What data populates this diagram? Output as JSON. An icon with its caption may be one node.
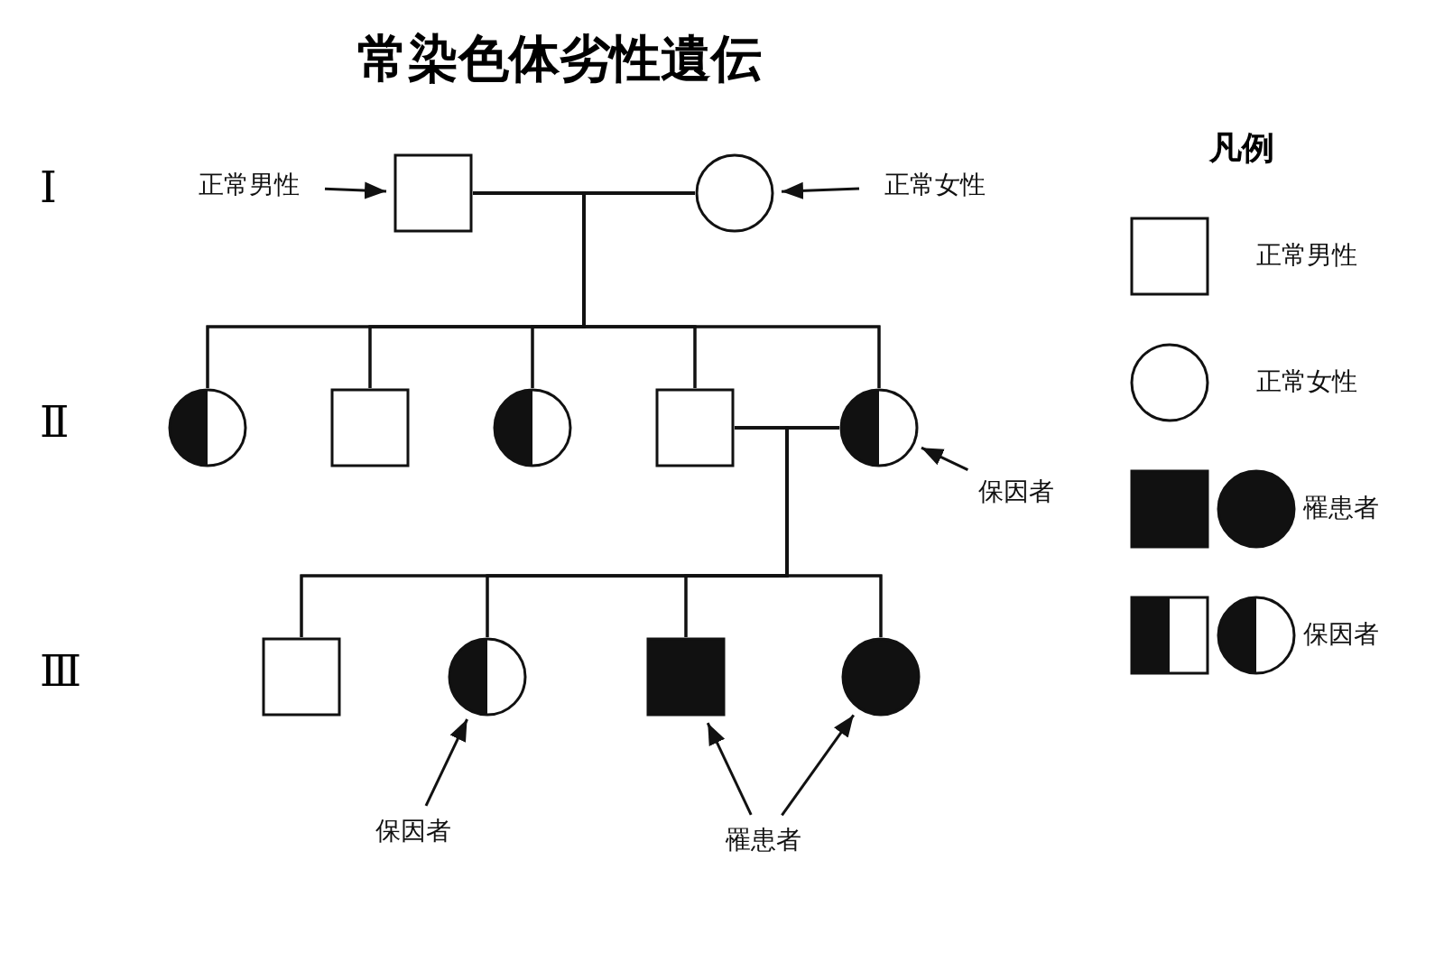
{
  "diagram": {
    "title": "常染色体劣性遺伝",
    "nodes": [
      {
        "text": [],
        "shape": "box"
      },
      {
        "text": [],
        "shape": "circle"
      },
      {
        "text": [],
        "shape": "circle"
      },
      {
        "text": [],
        "shape": "box"
      },
      {
        "text": [],
        "shape": "circle"
      },
      {
        "text": [],
        "shape": "box"
      },
      {
        "text": [],
        "shape": "circle"
      },
      {
        "text": [],
        "shape": "box"
      },
      {
        "text": [],
        "shape": "circle"
      },
      {
        "text": [],
        "shape": "box"
      },
      {
        "text": [],
        "shape": "circle"
      },
      {
        "text": [
          "正常男性"
        ]
      },
      {
        "text": [
          "正常女性"
        ]
      },
      {
        "text": [
          "保因者"
        ]
      },
      {
        "text": [
          "保因者"
        ]
      },
      {
        "text": [
          "罹患者"
        ]
      }
    ],
    "edges": [
      {
        "from": 0,
        "to": 1,
        "arrow": "none"
      },
      {
        "from": 0,
        "to": 2,
        "arrow": "none"
      },
      {
        "from": 0,
        "to": 3,
        "arrow": "none"
      },
      {
        "from": 0,
        "to": 4,
        "arrow": "none"
      },
      {
        "from": 0,
        "to": 5,
        "arrow": "none"
      },
      {
        "from": 0,
        "to": 6,
        "arrow": "none"
      },
      {
        "from": 1,
        "to": 2,
        "arrow": "none"
      },
      {
        "from": 1,
        "to": 3,
        "arrow": "none"
      },
      {
        "from": 1,
        "to": 4,
        "arrow": "none"
      },
      {
        "from": 1,
        "to": 5,
        "arrow": "none"
      },
      {
        "from": 1,
        "to": 6,
        "arrow": "none"
      },
      {
        "from": 5,
        "to": 6,
        "arrow": "none"
      },
      {
        "from": 5,
        "to": 7,
        "arrow": "none"
      },
      {
        "from": 5,
        "to": 8,
        "arrow": "none"
      },
      {
        "from": 5,
        "to": 9,
        "arrow": "none"
      },
      {
        "from": 5,
        "to": 10,
        "arrow": "none"
      },
      {
        "from": 6,
        "to": 7,
        "arrow": "none"
      },
      {
        "from": 6,
        "to": 8,
        "arrow": "none"
      },
      {
        "from": 6,
        "to": 9,
        "arrow": "none"
      },
      {
        "from": 6,
        "to": 10,
        "arrow": "none"
      },
      {
        "from": 11,
        "to": 0,
        "arrow": "to"
      },
      {
        "from": 12,
        "to": 1,
        "arrow": "to"
      },
      {
        "from": 13,
        "to": 6,
        "arrow": "to"
      },
      {
        "from": 14,
        "to": 8,
        "arrow": "to"
      },
      {
        "from": 15,
        "to": 9,
        "arrow": "to"
      },
      {
        "from": 15,
        "to": 10,
        "arrow": "to"
      }
    ],
    "labels": [
      "Ⅰ",
      "Ⅱ",
      "Ⅲ",
      "凡例"
    ],
    "legend": [
      {
        "text": "正常男性"
      },
      {
        "text": "正常女性"
      },
      {
        "text": "罹患者"
      },
      {
        "text": "保因者"
      }
    ]
  }
}
